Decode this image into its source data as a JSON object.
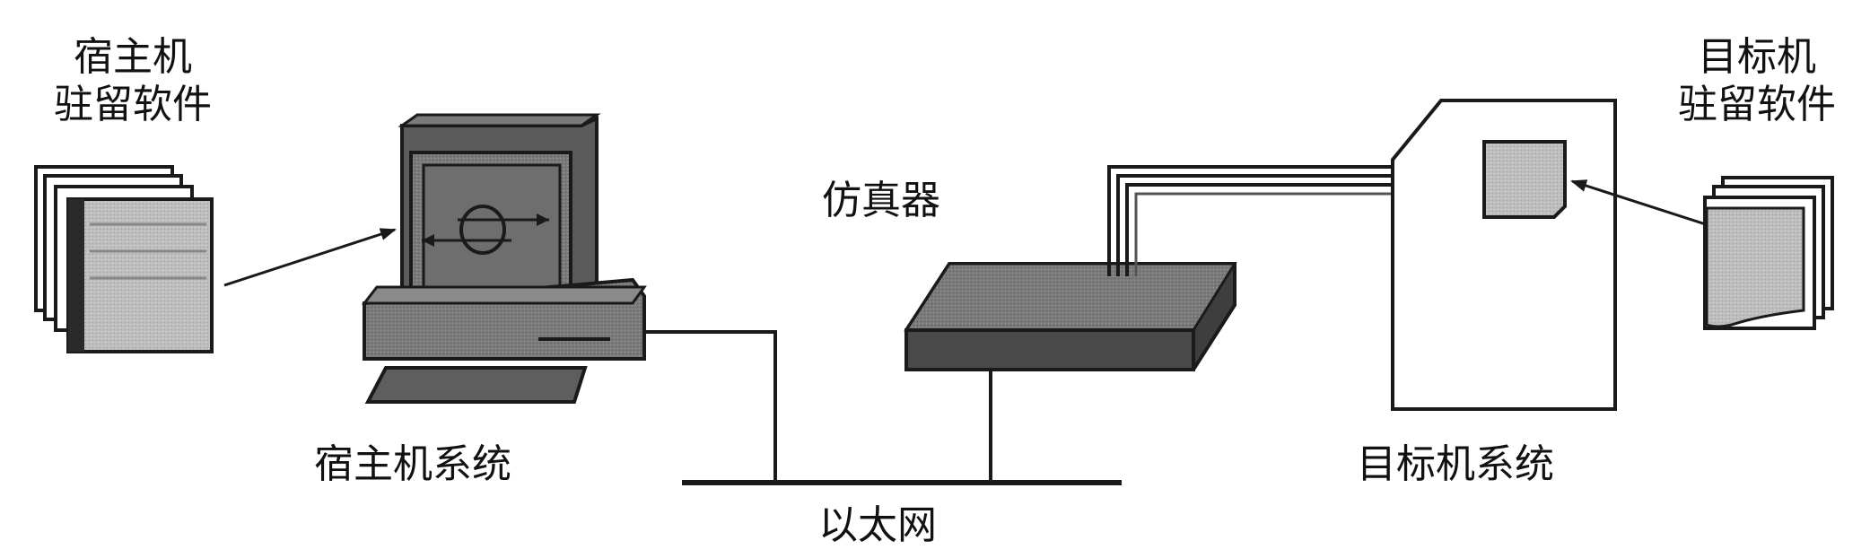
{
  "labels": {
    "host_software_line1": "宿主机",
    "host_software_line2": "驻留软件",
    "target_software_line1": "目标机",
    "target_software_line2": "驻留软件",
    "emulator": "仿真器",
    "host_system": "宿主机系统",
    "target_system": "目标机系统",
    "ethernet": "以太网"
  },
  "colors": {
    "stroke": "#1a1a1a",
    "device_gray": "#6b6b6b",
    "device_light": "#8a8a8a",
    "device_dark": "#3e3e3e",
    "paper_gray": "#b5b5b5",
    "board_bg": "#ffffff"
  }
}
